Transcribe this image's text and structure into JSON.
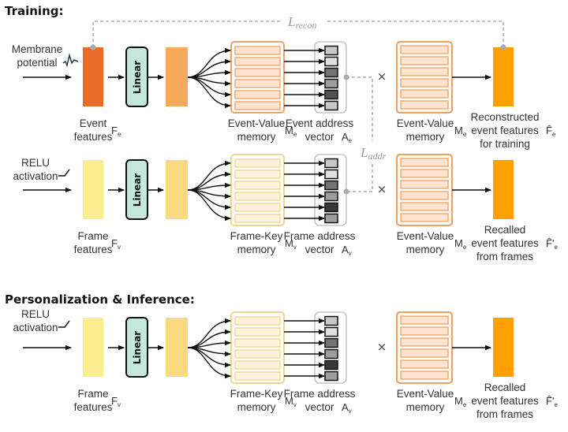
{
  "sections": {
    "training": "Training:",
    "inference": "Personalization & Inference:"
  },
  "colors": {
    "event_feature": "#ea6c2b",
    "event_proj": "#f8aa5c",
    "frame_feature": "#faed8f",
    "frame_proj": "#fbda82",
    "output": "#ff9f00",
    "linear_fill": "#c4e8dc",
    "event_mem_border": "#f0a262",
    "event_mem_row": "#fde3d0",
    "frame_mem_border": "#f0d58e",
    "frame_mem_row": "#fdf3dc",
    "loss_line": "#aaaaaa"
  },
  "rows": [
    {
      "input_label": [
        "Membrane",
        "potential"
      ],
      "input_icon": "spike-waveform-icon",
      "feature_label": [
        "Event",
        "features"
      ],
      "feature_symbol": "F",
      "feature_sub": "e",
      "linear_label": "Linear",
      "memory_label": [
        "Event-Value",
        "memory"
      ],
      "memory_symbol": "M",
      "memory_sub": "e",
      "address_label": [
        "Event  address",
        "vector"
      ],
      "address_symbol": "A",
      "address_sub": "e",
      "address_weights": [
        0.78,
        0.88,
        0.45,
        0.62,
        0.32,
        0.78
      ],
      "times": "×",
      "value_label": [
        "Event-Value",
        "memory"
      ],
      "value_symbol": "M",
      "value_sub": "e",
      "output_label": [
        "Reconstructed",
        "event features",
        "for training"
      ],
      "output_symbol": "F̂",
      "output_sub": "e"
    },
    {
      "input_label": [
        "RELU",
        "activation"
      ],
      "input_icon": "relu-icon",
      "feature_label": [
        "Frame",
        "features"
      ],
      "feature_symbol": "F",
      "feature_sub": "v",
      "linear_label": "Linear",
      "memory_label": [
        "Frame-Key",
        "memory"
      ],
      "memory_symbol": "M",
      "memory_sub": "v",
      "address_label": [
        "Frame address",
        "vector"
      ],
      "address_symbol": "A",
      "address_sub": "v",
      "address_weights": [
        0.78,
        0.88,
        0.45,
        0.62,
        0.22,
        0.62
      ],
      "times": "×",
      "value_label": [
        "Event-Value",
        "memory"
      ],
      "value_symbol": "M",
      "value_sub": "e",
      "output_label": [
        "Recalled",
        "event features",
        "from frames"
      ],
      "output_symbol": "F̂'",
      "output_sub": "e"
    },
    {
      "input_label": [
        "RELU",
        "activation"
      ],
      "input_icon": "relu-icon",
      "feature_label": [
        "Frame",
        "features"
      ],
      "feature_symbol": "F",
      "feature_sub": "v",
      "linear_label": "Linear",
      "memory_label": [
        "Frame-Key",
        "memory"
      ],
      "memory_symbol": "M",
      "memory_sub": "v",
      "address_label": [
        "Frame address",
        "vector"
      ],
      "address_symbol": "A",
      "address_sub": "v",
      "address_weights": [
        0.78,
        0.88,
        0.45,
        0.62,
        0.22,
        0.62
      ],
      "times": "×",
      "value_label": [
        "Event-Value",
        "memory"
      ],
      "value_symbol": "M",
      "value_sub": "e",
      "output_label": [
        "Recalled",
        "event features",
        "from frames"
      ],
      "output_symbol": "F̂'",
      "output_sub": "e"
    }
  ],
  "losses": {
    "recon": {
      "main": "L",
      "sub": "recon"
    },
    "addr": {
      "main": "L",
      "sub": "addr"
    }
  }
}
